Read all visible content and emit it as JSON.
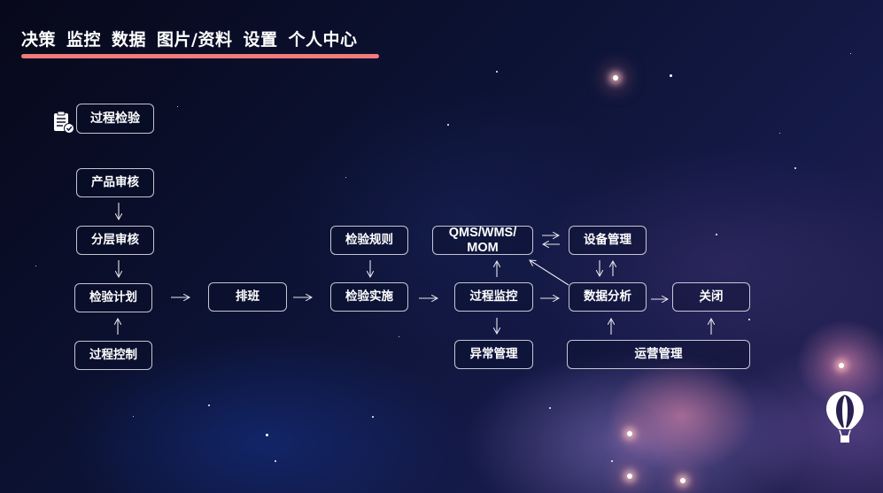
{
  "nav": {
    "items": [
      "决策",
      "监控",
      "数据",
      "图片/资料",
      "设置",
      "个人中心"
    ],
    "underline_color": "#f07b7b"
  },
  "section": {
    "title": "过程检验",
    "icon": "clipboard-check-icon"
  },
  "flow": {
    "nodes": {
      "product_review": "产品审核",
      "layered_review": "分层审核",
      "inspection_plan": "检验计划",
      "process_control": "过程控制",
      "scheduling": "排班",
      "inspection_rules": "检验规则",
      "inspection_execution": "检验实施",
      "qms_wms_mom_line1": "QMS/WMS/",
      "qms_wms_mom_line2": "MOM",
      "process_monitoring": "过程监控",
      "exception_management": "异常管理",
      "equipment_management": "设备管理",
      "data_analysis": "数据分析",
      "close": "关闭",
      "operations_management": "运营管理"
    },
    "edges": [
      [
        "产品审核",
        "分层审核"
      ],
      [
        "分层审核",
        "检验计划"
      ],
      [
        "过程控制",
        "检验计划"
      ],
      [
        "检验计划",
        "排班"
      ],
      [
        "排班",
        "检验实施"
      ],
      [
        "检验规则",
        "检验实施"
      ],
      [
        "检验实施",
        "过程监控"
      ],
      [
        "过程监控",
        "QMS/WMS/MOM"
      ],
      [
        "过程监控",
        "异常管理"
      ],
      [
        "过程监控",
        "数据分析"
      ],
      [
        "QMS/WMS/MOM",
        "设备管理"
      ],
      [
        "设备管理",
        "QMS/WMS/MOM"
      ],
      [
        "数据分析",
        "QMS/WMS/MOM"
      ],
      [
        "设备管理",
        "数据分析"
      ],
      [
        "数据分析",
        "设备管理"
      ],
      [
        "数据分析",
        "关闭"
      ],
      [
        "运营管理",
        "数据分析"
      ],
      [
        "运营管理",
        "关闭"
      ]
    ]
  },
  "corner_icon": "hot-air-balloon-icon"
}
